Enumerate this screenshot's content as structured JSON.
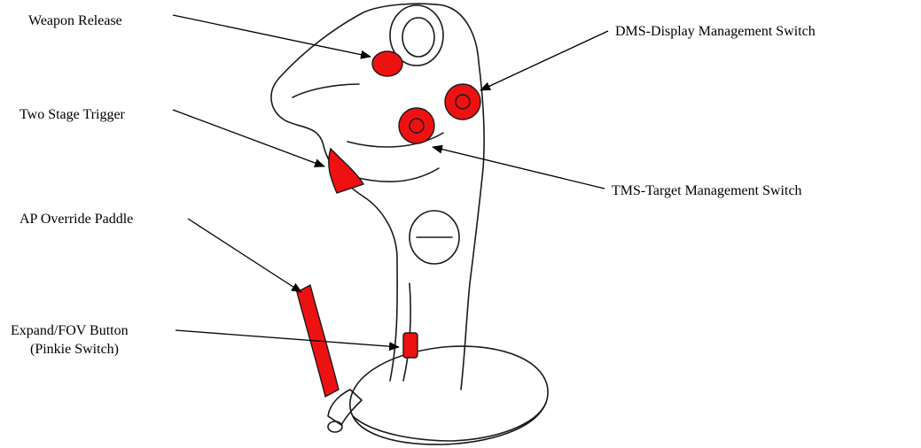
{
  "labels": {
    "weapon_release": "Weapon Release",
    "two_stage_trigger": "Two Stage Trigger",
    "ap_override_paddle": "AP Override Paddle",
    "expand_fov_button": "Expand/FOV Button",
    "pinkie_switch": "(Pinkie Switch)",
    "dms": "DMS-Display Management Switch",
    "tms": "TMS-Target Management Switch"
  },
  "colors": {
    "control_red": "#ee1111",
    "outline": "#1a1a1a",
    "arrow": "#000000",
    "background": "#ffffff"
  }
}
